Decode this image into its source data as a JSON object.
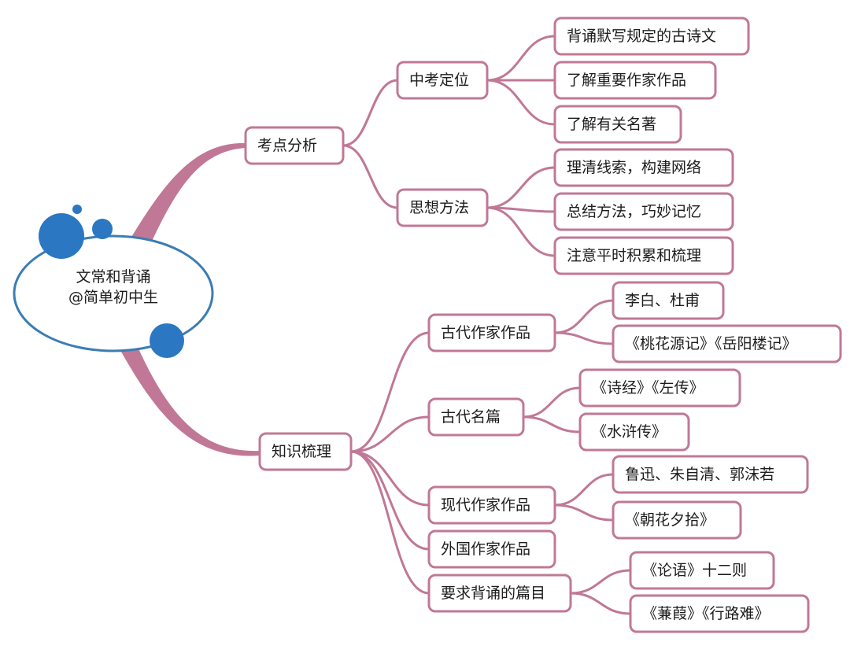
{
  "colors": {
    "branch": "#c07896",
    "root_outline": "#3b7db3",
    "bubble": "#2b77c2"
  },
  "root": {
    "line1": "文常和背诵",
    "line2": "@简单初中生"
  },
  "branches": [
    {
      "label": "考点分析",
      "children": [
        {
          "label": "中考定位",
          "children": [
            "背诵默写规定的古诗文",
            "了解重要作家作品",
            "了解有关名著"
          ]
        },
        {
          "label": "思想方法",
          "children": [
            "理清线索，构建网络",
            "总结方法，巧妙记忆",
            "注意平时积累和梳理"
          ]
        }
      ]
    },
    {
      "label": "知识梳理",
      "children": [
        {
          "label": "古代作家作品",
          "children": [
            "李白、杜甫",
            "《桃花源记》《岳阳楼记》"
          ]
        },
        {
          "label": "古代名篇",
          "children": [
            "《诗经》《左传》",
            "《水浒传》"
          ]
        },
        {
          "label": "现代作家作品",
          "children": [
            "鲁迅、朱自清、郭沫若",
            "《朝花夕拾》"
          ]
        },
        {
          "label": "外国作家作品",
          "children": []
        },
        {
          "label": "要求背诵的篇目",
          "children": [
            "《论语》十二则",
            "《蒹葭》《行路难》"
          ]
        }
      ]
    }
  ]
}
